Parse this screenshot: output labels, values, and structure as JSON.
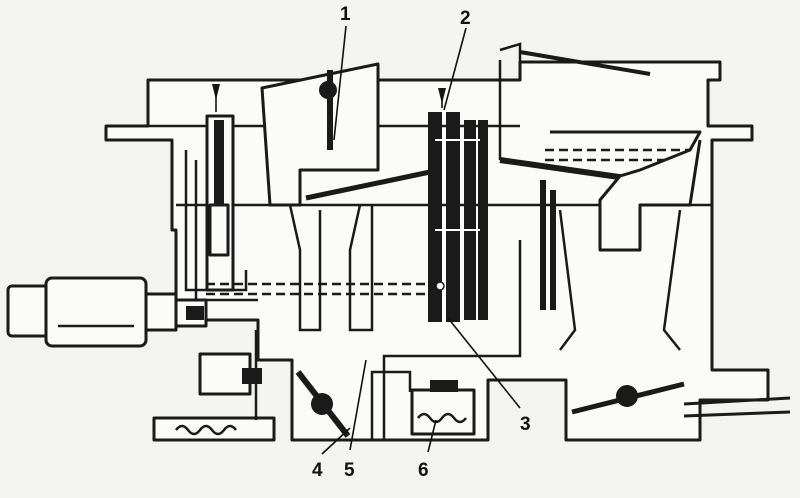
{
  "callouts": [
    {
      "id": "1",
      "label": "1"
    },
    {
      "id": "2",
      "label": "2"
    },
    {
      "id": "3",
      "label": "3"
    },
    {
      "id": "4",
      "label": "4"
    },
    {
      "id": "5",
      "label": "5"
    },
    {
      "id": "6",
      "label": "6"
    }
  ],
  "colors": {
    "ink": "#1a1a1a",
    "paper": "#f3f3f1"
  }
}
